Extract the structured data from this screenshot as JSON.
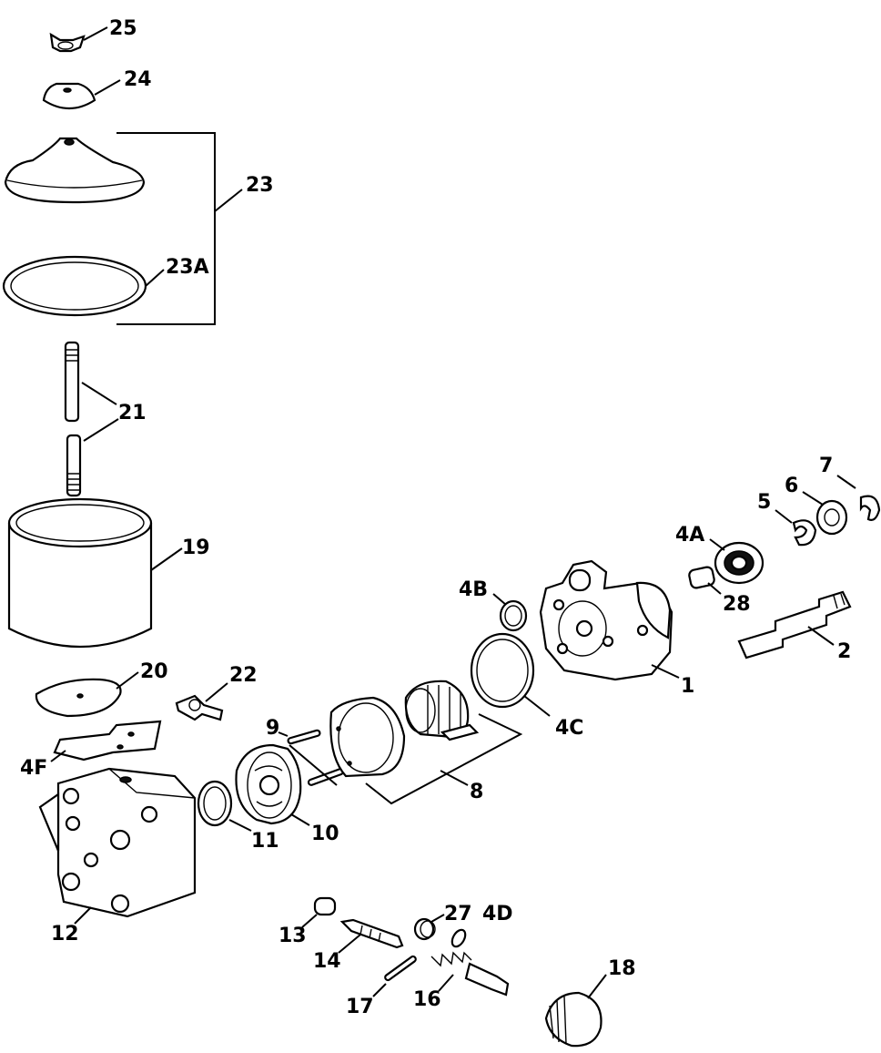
{
  "callouts": {
    "c25": "25",
    "c24": "24",
    "c23": "23",
    "c23a": "23A",
    "c21": "21",
    "c19": "19",
    "c20": "20",
    "c22": "22",
    "c4f": "4F",
    "c12": "12",
    "c11": "11",
    "c10": "10",
    "c9": "9",
    "c8": "8",
    "c4b": "4B",
    "c4c": "4C",
    "c1": "1",
    "c4a": "4A",
    "c28": "28",
    "c5": "5",
    "c6": "6",
    "c7": "7",
    "c2": "2",
    "c13": "13",
    "c14": "14",
    "c17": "17",
    "c27": "27",
    "c4d": "4D",
    "c16": "16",
    "c18": "18"
  }
}
